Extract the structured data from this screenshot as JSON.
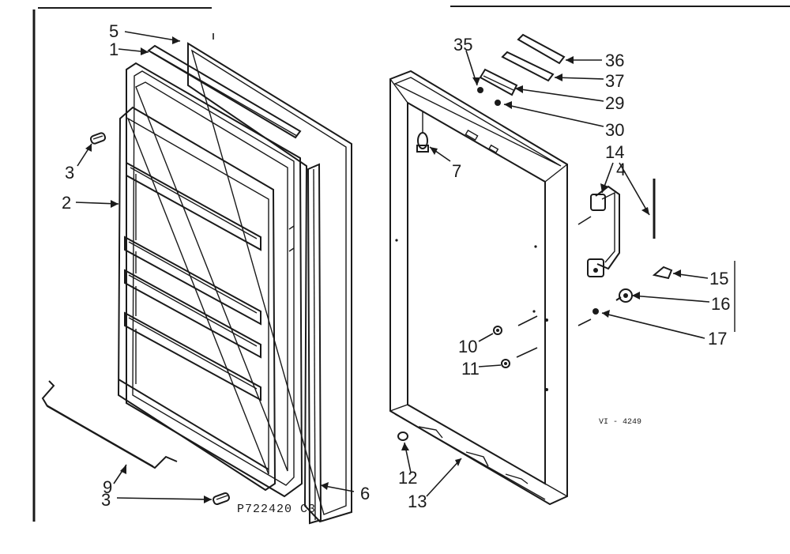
{
  "diagram": {
    "drawing_number": "P722420 C3",
    "figure_code": "VI - 4249",
    "callouts": [
      {
        "id": "c1",
        "text": "1"
      },
      {
        "id": "c2",
        "text": "2"
      },
      {
        "id": "c3a",
        "text": "3"
      },
      {
        "id": "c3b",
        "text": "3"
      },
      {
        "id": "c4",
        "text": "4"
      },
      {
        "id": "c5",
        "text": "5"
      },
      {
        "id": "c6",
        "text": "6"
      },
      {
        "id": "c7",
        "text": "7"
      },
      {
        "id": "c9",
        "text": "9"
      },
      {
        "id": "c10",
        "text": "10"
      },
      {
        "id": "c11",
        "text": "11"
      },
      {
        "id": "c12",
        "text": "12"
      },
      {
        "id": "c13",
        "text": "13"
      },
      {
        "id": "c14",
        "text": "14"
      },
      {
        "id": "c15",
        "text": "15"
      },
      {
        "id": "c16",
        "text": "16"
      },
      {
        "id": "c17",
        "text": "17"
      },
      {
        "id": "c29",
        "text": "29"
      },
      {
        "id": "c30",
        "text": "30"
      },
      {
        "id": "c35",
        "text": "35"
      },
      {
        "id": "c36",
        "text": "36"
      },
      {
        "id": "c37",
        "text": "37"
      }
    ]
  }
}
